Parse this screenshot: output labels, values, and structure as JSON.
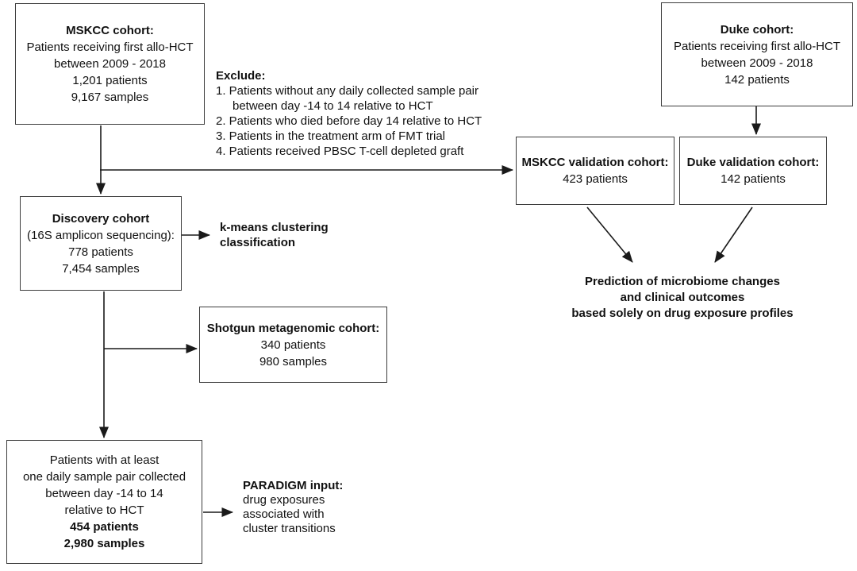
{
  "colors": {
    "background": "#ffffff",
    "line": "#1a1a1a",
    "box_border": "#3d3d3d",
    "text": "#111111"
  },
  "boxes": {
    "mskcc_cohort": {
      "title": "MSKCC cohort:",
      "lines": [
        "Patients receiving first allo-HCT",
        "between 2009 - 2018",
        "1,201 patients",
        "9,167 samples"
      ]
    },
    "duke_cohort": {
      "title": "Duke cohort:",
      "lines": [
        "Patients receiving first allo-HCT",
        "between 2009 - 2018",
        "142 patients"
      ]
    },
    "mskcc_validation": {
      "title": "MSKCC validation cohort:",
      "lines": [
        "423 patients"
      ]
    },
    "duke_validation": {
      "title": "Duke validation cohort:",
      "lines": [
        "142 patients"
      ]
    },
    "discovery": {
      "title": "Discovery cohort",
      "lines": [
        "(16S amplicon sequencing):",
        "778 patients",
        "7,454 samples"
      ]
    },
    "shotgun": {
      "title": "Shotgun metagenomic cohort:",
      "lines": [
        "340 patients",
        "980 samples"
      ]
    },
    "paradigm_cohort": {
      "lines": [
        "Patients with at least",
        "one daily sample pair collected",
        "between day -14 to 14",
        "relative to HCT"
      ],
      "bold_lines": [
        "454 patients",
        "2,980 samples"
      ]
    }
  },
  "annotations": {
    "exclude": {
      "title": "Exclude:",
      "lines": [
        "1. Patients without any daily collected sample pair",
        "between day -14 to 14 relative to HCT",
        "2. Patients who died before day 14 relative to HCT",
        "3. Patients in the treatment arm of FMT trial",
        "4. Patients received PBSC T-cell depleted graft"
      ]
    },
    "kmeans": {
      "lines": [
        "k-means clustering",
        "classification"
      ]
    },
    "prediction": {
      "lines": [
        "Prediction of microbiome changes",
        "and clinical outcomes",
        "based solely on drug exposure profiles"
      ]
    },
    "paradigm_input": {
      "title": "PARADIGM input:",
      "lines": [
        "drug exposures",
        "associated with",
        "cluster transitions"
      ]
    }
  }
}
